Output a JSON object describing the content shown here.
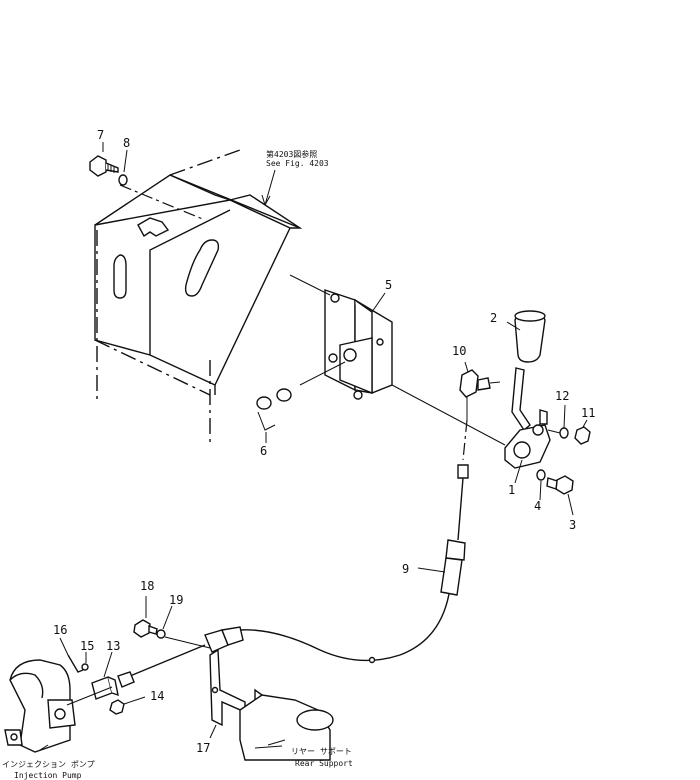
{
  "callouts": [
    "1",
    "2",
    "3",
    "4",
    "5",
    "6",
    "7",
    "8",
    "9",
    "10",
    "11",
    "12",
    "13",
    "14",
    "15",
    "16",
    "17",
    "18",
    "19"
  ],
  "notes": {
    "see_fig_jp": "第4203図参照",
    "see_fig_en": "See Fig. 4203",
    "rear_support_jp": "リヤー サポート",
    "rear_support_en": "Rear Support",
    "injection_pump_jp": "インジェクション ポンプ",
    "injection_pump_en": "Injection Pump"
  }
}
